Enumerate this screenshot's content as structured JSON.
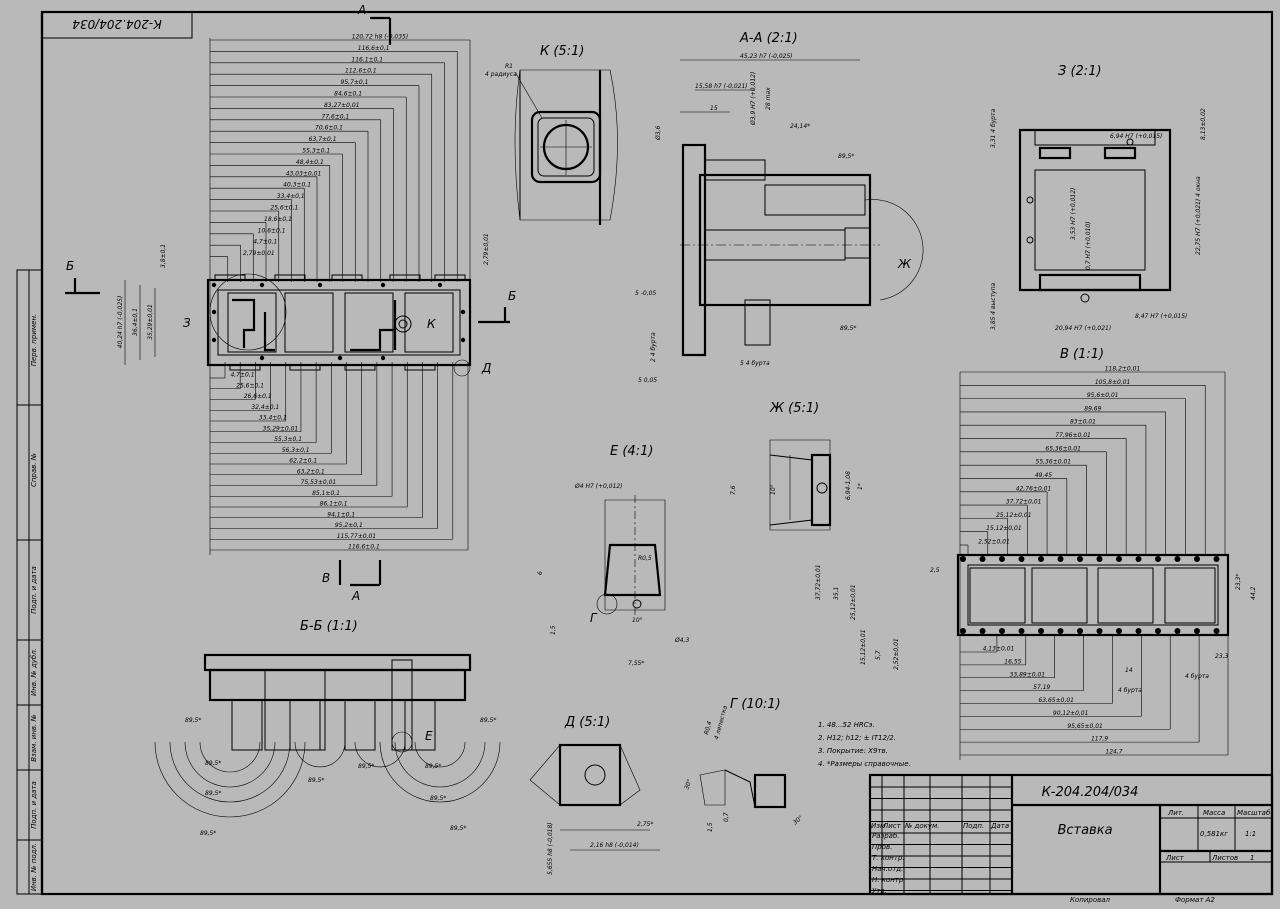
{
  "drawing": {
    "number": "К-204.204/034",
    "number_rotated": "К-204.204/034",
    "part_name": "Вставка",
    "mass": "0,581кг",
    "scale": "1:1",
    "sheet_label": "Лист",
    "sheets_label": "Листов",
    "sheets_count": "1",
    "copied_label": "Копировал",
    "format_label": "Формат А2"
  },
  "title_block": {
    "header_cols": [
      "Изм",
      "Лист",
      "№ докум.",
      "Подп.",
      "Дата"
    ],
    "rows": [
      "Разраб.",
      "Пров.",
      "Т. контр.",
      "Нач.отд.",
      "Н. контр.",
      "Утв."
    ],
    "lit_label": "Лит.",
    "mass_label": "Масса",
    "scale_label": "Масштаб"
  },
  "side_stamps": [
    "Перв. примен.",
    "Справ. №",
    "Подп. и дата",
    "Инв. № дубл.",
    "Взам. инв. №",
    "Подп. и дата",
    "Инв. № подл."
  ],
  "views": {
    "k": "К (5:1)",
    "aa": "А-А (2:1)",
    "z": "З (2:1)",
    "v": "В (1:1)",
    "zh": "Ж (5:1)",
    "e": "Е (4:1)",
    "bb": "Б-Б (1:1)",
    "d": "Д (5:1)",
    "g": "Г (10:1)"
  },
  "section_letters": {
    "a_top": "А",
    "a_bottom": "А",
    "b_left": "Б",
    "b_right": "Б",
    "v": "В",
    "z": "З",
    "k": "К",
    "d": "Д",
    "zh": "Ж",
    "e": "Е",
    "g": "Г"
  },
  "notes": [
    "1.   48...52 HRCэ.",
    "2.   H12; h12; ± IT12/2.",
    "3.   Покрытие: Х9тв.",
    "4.   *Размеры справочные."
  ],
  "dims_top": [
    "120,72 h8 (-0,035)",
    "116,6±0,1",
    "116,1±0,1",
    "112,6±0,1",
    "95,7±0,1",
    "84,6±0,1",
    "83,27±0,01",
    "77,6±0,1",
    "70,6±0,1",
    "63,7±0,1",
    "55,3±0,1",
    "48,4±0,1",
    "43,03±0,01",
    "40,3±0,1",
    "33,4±0,1",
    "25,6±0,1",
    "18,6±0,1",
    "10,6±0,1",
    "4,7±0,1",
    "2,79±0,01"
  ],
  "dims_bottom": [
    "4,7±0,1",
    "25,6±0,1",
    "26,6±0,1",
    "32,4±0,1",
    "33,4±0,1",
    "35,29±0,01",
    "55,3±0,1",
    "56,3±0,1",
    "62,2±0,1",
    "63,2±0,1",
    "75,53±0,01",
    "85,1±0,1",
    "86,1±0,1",
    "94,1±0,1",
    "95,2±0,1",
    "115,77±0,01",
    "116,6±0,1"
  ],
  "dims_main_left": [
    "40,24 h7 (-0,025)",
    "36,4±0,1",
    "35,29±0,01",
    "3,8±0,1",
    "2,79±0,01"
  ],
  "dims_aa": [
    "45,23 h7 (-0,025)",
    "15,58 h7 (-0,021)",
    "15",
    "Ø3,9 H7 (+0,012)",
    "28 max",
    "24,14*",
    "89,5*",
    "89,5*",
    "Ø3,6",
    "5 -0,05",
    "2 4 бурта",
    "5 0,05",
    "5 4 бурта"
  ],
  "dims_z": [
    "6,94 H7 (+0,015)",
    "8,13±0,02",
    "3,31 4 бурта",
    "3,53 H7 (+0,012)",
    "0,7 H7 (+0,010)",
    "22,75 H7 (+0,021) 4 окна",
    "3,85 4 выступа",
    "8,47 H7 (+0,015)",
    "20,94 H7 (+0,021)"
  ],
  "dims_v_top": [
    "118,2±0,01",
    "105,8±0,01",
    "95,6±0,01",
    "89,69",
    "83±0,01",
    "77,96±0,01",
    "65,36±0,01",
    "55,36±0,01",
    "49,45",
    "42,76±0,01",
    "37,72±0,01",
    "25,12±0,01",
    "15,12±0,01",
    "2,52±0,01"
  ],
  "dims_v_bottom": [
    "4,13±0,01",
    "16,55",
    "33,89±0,01",
    "57,19",
    "63,65±0,01",
    "90,12±0,01",
    "95,65±0,01",
    "117,9",
    "124,7"
  ],
  "dims_v_side": [
    "2,5",
    "37,72±0,01",
    "35,1",
    "25,12±0,01",
    "15,12±0,01",
    "5,7",
    "2,52±0,01",
    "23,3*",
    "44,2",
    "23,3",
    "14",
    "4 бурта",
    "4 бурта"
  ],
  "dims_k": [
    "R1",
    "4 радиуса"
  ],
  "dims_zh": [
    "7,6",
    "10°",
    "6,94-1,08",
    "1*"
  ],
  "dims_e": [
    "Ø4 H7 (+0,012)",
    "R0,5",
    "6",
    "10°",
    "1,5",
    "Ø4,3",
    "7,55*"
  ],
  "dims_bb": [
    "89,5*",
    "89,5*",
    "89,5*",
    "89,5*",
    "89,5*",
    "89,5*",
    "89,5*",
    "89,5*",
    "89,5*",
    "89,5*"
  ],
  "dims_d": [
    "2,75*",
    "5,655 h8 (-0,018)",
    "2,16 h8 (-0,014)"
  ],
  "dims_g": [
    "R0,4",
    "4 лепестка",
    "30°",
    "30°",
    "1,5",
    "0,7"
  ]
}
